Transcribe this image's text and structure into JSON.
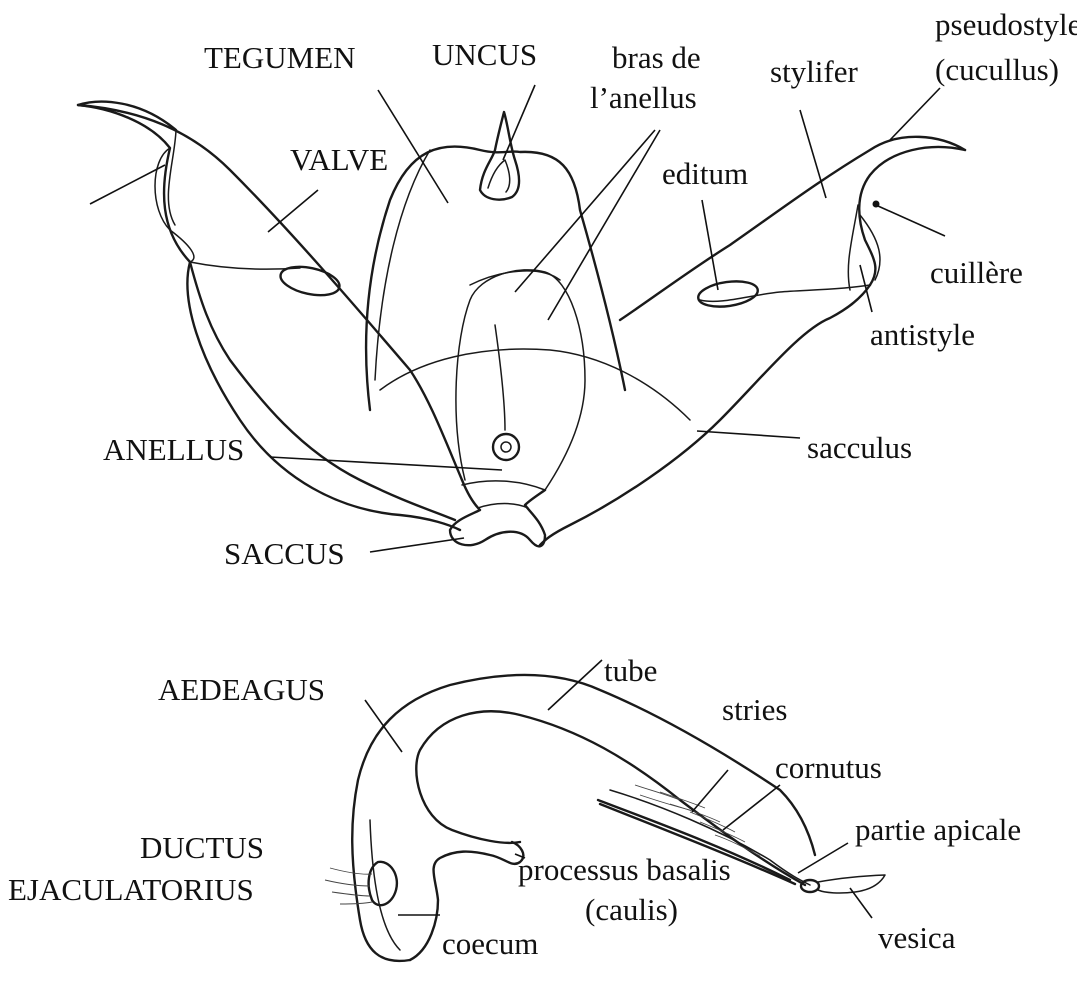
{
  "labels": {
    "tegumen": "TEGUMEN",
    "uncus": "UNCUS",
    "bras_line1": "bras de",
    "bras_line2": "l’anellus",
    "stylifer": "stylifer",
    "pseudostyle_line1": "pseudostyle",
    "pseudostyle_line2": "(cucullus)",
    "valve": "VALVE",
    "editum": "editum",
    "cuillere": "cuillère",
    "antistyle": "antistyle",
    "anellus": "ANELLUS",
    "sacculus": "sacculus",
    "saccus": "SACCUS",
    "aedeagus": "AEDEAGUS",
    "tube": "tube",
    "stries": "stries",
    "cornutus": "cornutus",
    "partie_apicale": "partie apicale",
    "ductus_line1": "DUCTUS",
    "ductus_line2": "EJACULATORIUS",
    "processus_line1": "processus basalis",
    "processus_line2": "(caulis)",
    "coecum": "coecum",
    "vesica": "vesica"
  }
}
